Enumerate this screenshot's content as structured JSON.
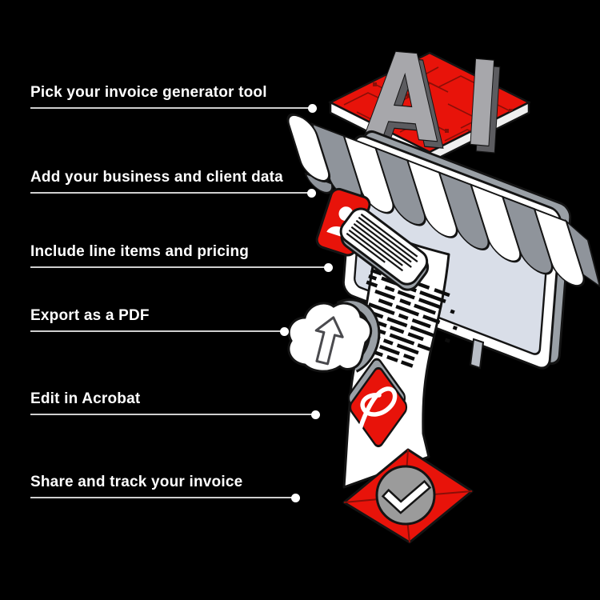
{
  "colors": {
    "background": "#000000",
    "accent_red": "#e8130a",
    "dark_red_trace": "#8a0f08",
    "text": "#ffffff",
    "connector_line": "#cfcfcf",
    "gray_mid": "#8f949b",
    "gray_letters": "#a7a7ab",
    "gray_screen": "#d9dee8",
    "gray_circle": "#9b9b9b"
  },
  "steps": [
    {
      "label": "Pick your invoice generator tool"
    },
    {
      "label": "Add your business and client data"
    },
    {
      "label": "Include line items and pricing"
    },
    {
      "label": "Export as a PDF"
    },
    {
      "label": "Edit in Acrobat"
    },
    {
      "label": "Share and track your invoice"
    }
  ],
  "illustration": {
    "ai_label": "AI",
    "icons": [
      "ai-circuit-board",
      "storefront-monitor-with-awning",
      "contact-card-icon",
      "business-form-card",
      "invoice-receipt",
      "upload-cloud-icon",
      "acrobat-pdf-icon",
      "envelope-check-icon"
    ]
  }
}
